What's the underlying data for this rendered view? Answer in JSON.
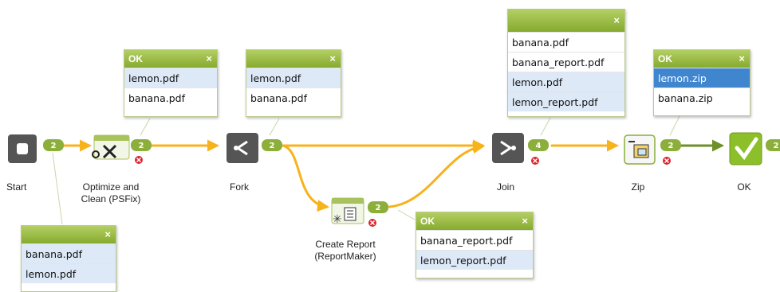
{
  "nodes": {
    "start": {
      "label": "Start",
      "icon": "start-icon"
    },
    "optimize": {
      "label": "Optimize and\nClean (PSFix)",
      "icon": "tools-icon"
    },
    "fork": {
      "label": "Fork",
      "icon": "fork-icon"
    },
    "report": {
      "label": "Create Report\n(ReportMaker)",
      "icon": "report-icon"
    },
    "join": {
      "label": "Join",
      "icon": "join-icon"
    },
    "zip": {
      "label": "Zip",
      "icon": "zip-icon"
    },
    "ok": {
      "label": "OK",
      "icon": "checkmark-icon"
    }
  },
  "badges": {
    "start_out": "2",
    "optimize_out": "2",
    "fork_out": "2",
    "report_out": "2",
    "join_out": "4",
    "zip_out": "2",
    "ok_out": "2"
  },
  "popups": {
    "start": {
      "header": "",
      "close": "×",
      "files": [
        "banana.pdf",
        "lemon.pdf"
      ]
    },
    "optimize": {
      "header": "OK",
      "close": "×",
      "files": [
        "lemon.pdf",
        "banana.pdf"
      ]
    },
    "fork": {
      "header": "",
      "close": "×",
      "files": [
        "lemon.pdf",
        "banana.pdf"
      ]
    },
    "join": {
      "header": "",
      "close": "×",
      "files": [
        "banana.pdf",
        "banana_report.pdf",
        "lemon.pdf",
        "lemon_report.pdf"
      ]
    },
    "zip": {
      "header": "OK",
      "close": "×",
      "files": [
        "lemon.zip",
        "banana.zip"
      ]
    },
    "report": {
      "header": "OK",
      "close": "×",
      "files": [
        "banana_report.pdf",
        "lemon_report.pdf"
      ]
    }
  },
  "colors": {
    "connector": "#f7b21c",
    "connector_dark": "#6d8f2a",
    "badge": "#8cae3a",
    "node_dark": "#555555",
    "node_green": "#8cbf2a",
    "error": "#d9262e",
    "selected_row": "#3f86cf",
    "highlight_row": "#dde9f7"
  }
}
